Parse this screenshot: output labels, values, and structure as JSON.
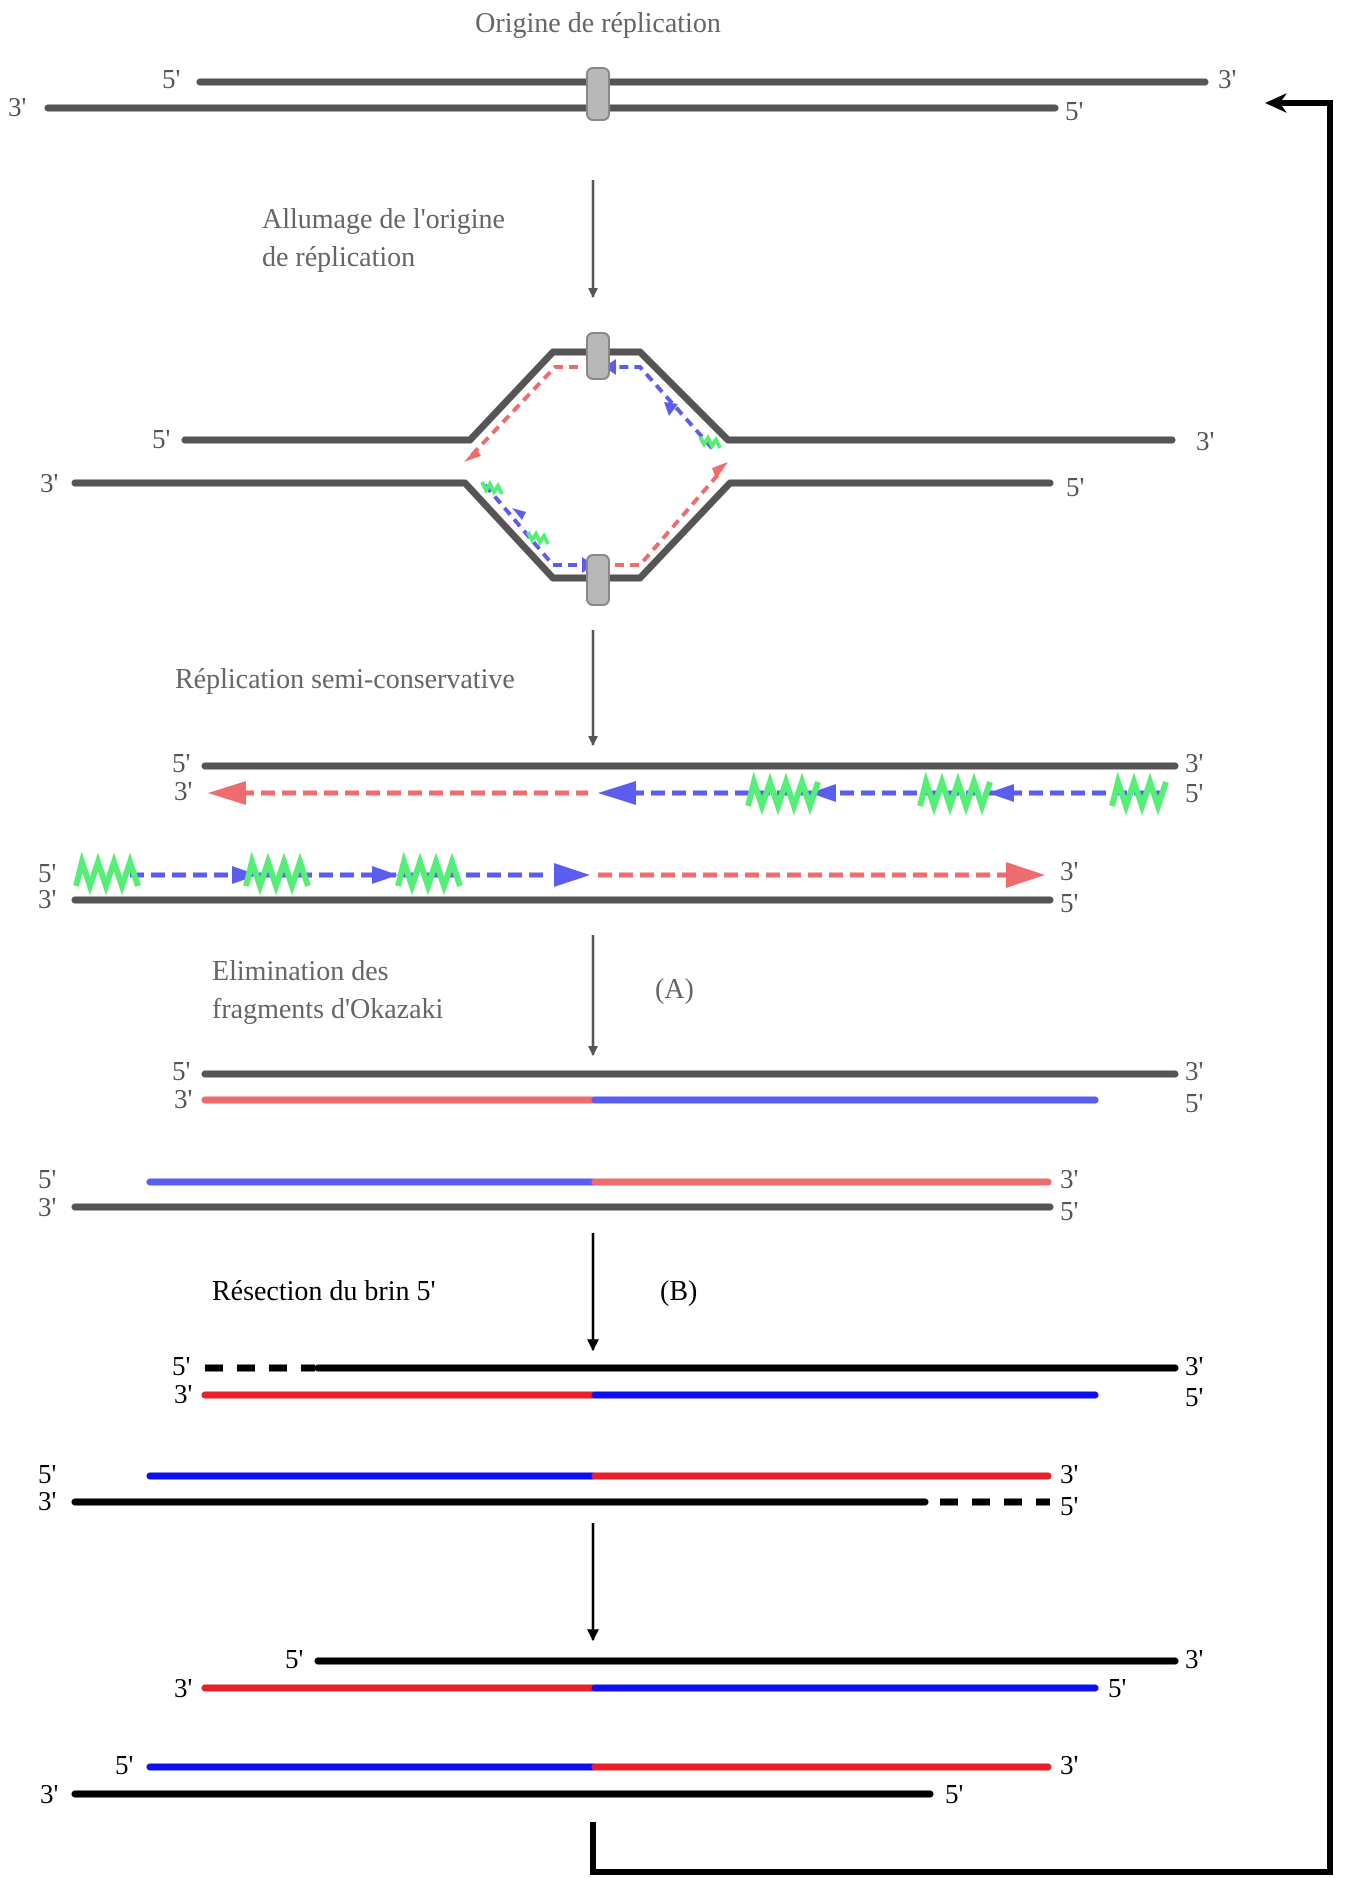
{
  "colors": {
    "template_grey": "#555555",
    "template_black": "#000000",
    "leading_red_faded": "#ee6b6e",
    "lagging_blue_faded": "#5b5cf0",
    "red": "#e8202a",
    "blue": "#1010ee",
    "primer_green": "#55ee77",
    "origin_fill": "#b8b8b8"
  },
  "titles": {
    "origin": "Origine de réplication",
    "step1_line1": "Allumage de l'origine",
    "step1_line2": "de réplication",
    "step2": "Réplication semi-conservative",
    "step3_line1": "Elimination des",
    "step3_line2": "fragments d'Okazaki",
    "step3_tag": "(A)",
    "step4": "Résection du brin 5'",
    "step4_tag": "(B)"
  },
  "ends": {
    "five": "5'",
    "three": "3'"
  },
  "icons": {
    "origin": "origin-cylinder-icon",
    "primer": "rna-primer-zigzag-icon",
    "arrowhead": "arrowhead-icon"
  }
}
